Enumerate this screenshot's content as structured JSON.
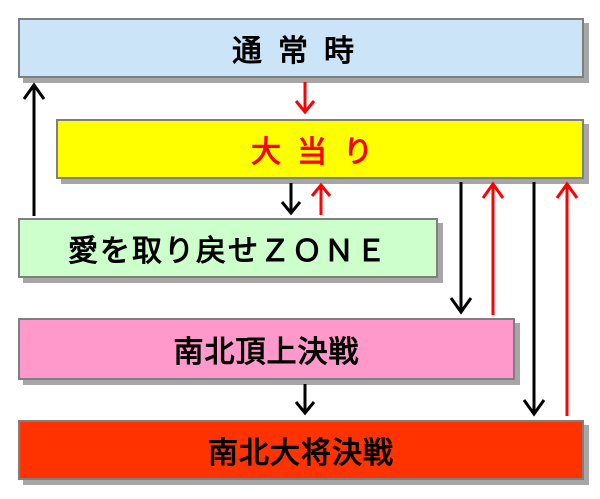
{
  "nodes": {
    "normal": {
      "label": "通常時"
    },
    "jackpot": {
      "label": "大当り"
    },
    "zone": {
      "label": "愛を取り戻せＺＯＮＥ"
    },
    "south": {
      "label": "南北頂上決戦"
    },
    "general": {
      "label": "南北大将決戦"
    }
  },
  "colors": {
    "normal_bg": "#cce4f7",
    "jackpot_bg": "#ffff00",
    "jackpot_text": "#ff0000",
    "zone_bg": "#ccffcc",
    "south_bg": "#ff99cc",
    "general_bg": "#ff3300",
    "arrow_black": "#000000",
    "arrow_red": "#ff0000"
  },
  "edges": [
    {
      "from": "normal",
      "to": "jackpot",
      "color": "red"
    },
    {
      "from": "jackpot",
      "to": "zone",
      "color": "black"
    },
    {
      "from": "zone",
      "to": "jackpot",
      "color": "red"
    },
    {
      "from": "zone",
      "to": "normal",
      "color": "black"
    },
    {
      "from": "jackpot",
      "to": "south",
      "color": "black"
    },
    {
      "from": "south",
      "to": "jackpot",
      "color": "red"
    },
    {
      "from": "south",
      "to": "general",
      "color": "black"
    },
    {
      "from": "jackpot",
      "to": "general",
      "color": "black"
    },
    {
      "from": "general",
      "to": "jackpot",
      "color": "red"
    }
  ]
}
